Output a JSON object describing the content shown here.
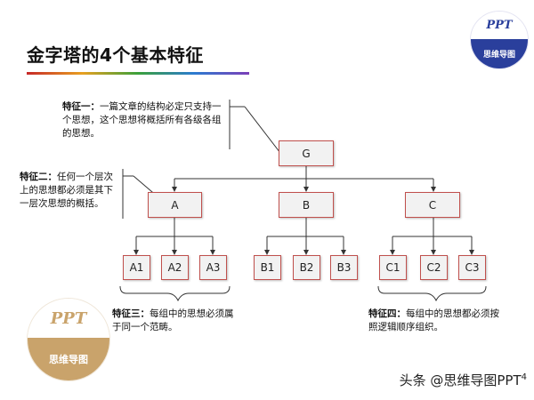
{
  "title": "金字塔的4个基本特征",
  "logo_top_right": {
    "top_text": "PPT",
    "bottom_text": "思维导图"
  },
  "logo_bottom_left": {
    "top_text": "PPT",
    "bottom_text": "思维导图"
  },
  "nodes": {
    "root": "G",
    "level1": [
      "A",
      "B",
      "C"
    ],
    "level2": [
      [
        "A1",
        "A2",
        "A3"
      ],
      [
        "B1",
        "B2",
        "B3"
      ],
      [
        "C1",
        "C2",
        "C3"
      ]
    ]
  },
  "features": [
    {
      "label": "特征一：",
      "text": "一篇文章的结构必定只支持一个思想，这个思想将概括所有各级各组的思想。"
    },
    {
      "label": "特征二：",
      "text": "任何一个层次上的思想都必须是其下一层次思想的概括。"
    },
    {
      "label": "特征三：",
      "text": "每组中的思想必须属于同一个范畴。"
    },
    {
      "label": "特征四：",
      "text": "每组中的思想都必须按照逻辑顺序组织。"
    }
  ],
  "footer": {
    "text": "头条 @思维导图PPT",
    "page": "4"
  },
  "colors": {
    "node_border": "#c0504d",
    "node_fill": "#f2f2f2",
    "logo_blue": "#2a3f9c",
    "logo_gold": "#c9a36b"
  }
}
